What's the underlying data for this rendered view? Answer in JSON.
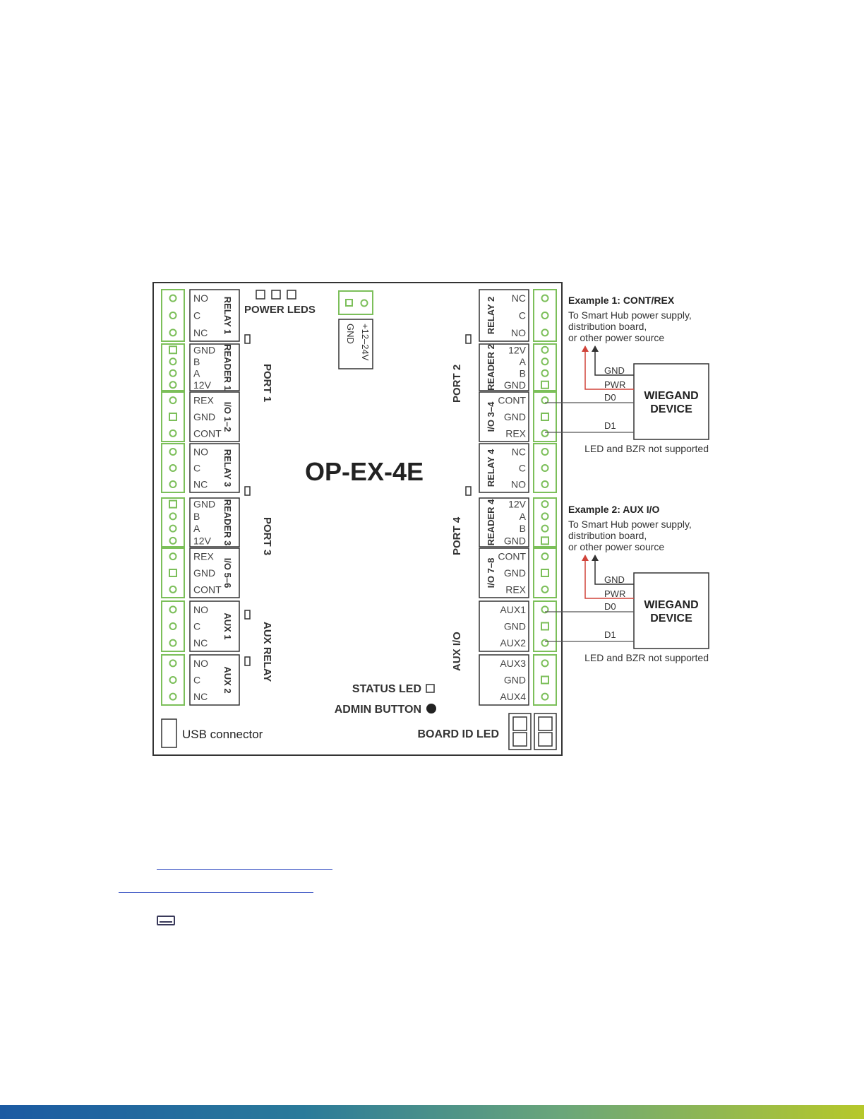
{
  "board": {
    "model": "OP-EX-4E",
    "power_leds_label": "POWER LEDS",
    "power_input": {
      "positive": "+12–24V",
      "ground": "GND"
    },
    "port_labels": {
      "port1": "PORT 1",
      "port2": "PORT 2",
      "port3": "PORT 3",
      "port4": "PORT 4",
      "aux_relay": "AUX RELAY",
      "aux_io": "AUX I/O"
    },
    "status_led_label": "STATUS LED",
    "admin_button_label": "ADMIN BUTTON",
    "board_id_led_label": "BOARD ID LED",
    "usb_label": "USB connector",
    "left_blocks": [
      {
        "name": "RELAY 1",
        "pins": [
          "NO",
          "C",
          "NC"
        ]
      },
      {
        "name": "READER 1",
        "pins": [
          "GND",
          "B",
          "A",
          "12V"
        ]
      },
      {
        "name": "I/O 1–2",
        "pins": [
          "REX",
          "GND",
          "CONT"
        ]
      },
      {
        "name": "RELAY 3",
        "pins": [
          "NO",
          "C",
          "NC"
        ]
      },
      {
        "name": "READER 3",
        "pins": [
          "GND",
          "B",
          "A",
          "12V"
        ]
      },
      {
        "name": "I/O 5–6",
        "pins": [
          "REX",
          "GND",
          "CONT"
        ]
      },
      {
        "name": "AUX 1",
        "pins": [
          "NO",
          "C",
          "NC"
        ]
      },
      {
        "name": "AUX 2",
        "pins": [
          "NO",
          "C",
          "NC"
        ]
      }
    ],
    "right_blocks": [
      {
        "name": "RELAY 2",
        "pins": [
          "NC",
          "C",
          "NO"
        ]
      },
      {
        "name": "READER 2",
        "pins": [
          "12V",
          "A",
          "B",
          "GND"
        ]
      },
      {
        "name": "I/O 3–4",
        "pins": [
          "CONT",
          "GND",
          "REX"
        ]
      },
      {
        "name": "RELAY 4",
        "pins": [
          "NC",
          "C",
          "NO"
        ]
      },
      {
        "name": "READER 4",
        "pins": [
          "12V",
          "A",
          "B",
          "GND"
        ]
      },
      {
        "name": "I/O 7–8",
        "pins": [
          "CONT",
          "GND",
          "REX"
        ]
      },
      {
        "name": "",
        "pins": [
          "AUX1",
          "GND",
          "AUX2"
        ]
      },
      {
        "name": "",
        "pins": [
          "AUX3",
          "GND",
          "AUX4"
        ]
      }
    ]
  },
  "examples": [
    {
      "title": "Example 1: CONT/REX",
      "description": [
        "To Smart Hub power supply,",
        "distribution board,",
        "or other power source"
      ],
      "device": [
        "WIEGAND",
        "DEVICE"
      ],
      "wires": [
        "GND",
        "PWR",
        "D0",
        "D1"
      ],
      "note": "LED and BZR not supported"
    },
    {
      "title": "Example 2: AUX I/O",
      "description": [
        "To Smart Hub power supply,",
        "distribution board,",
        "or other power source"
      ],
      "device": [
        "WIEGAND",
        "DEVICE"
      ],
      "wires": [
        "GND",
        "PWR",
        "D0",
        "D1"
      ],
      "note": "LED and BZR not supported"
    }
  ],
  "colors": {
    "terminal_green": "#7cbf5a",
    "wire_red": "#d0433a",
    "outline": "#333333",
    "link_blue": "#3b55c4"
  }
}
